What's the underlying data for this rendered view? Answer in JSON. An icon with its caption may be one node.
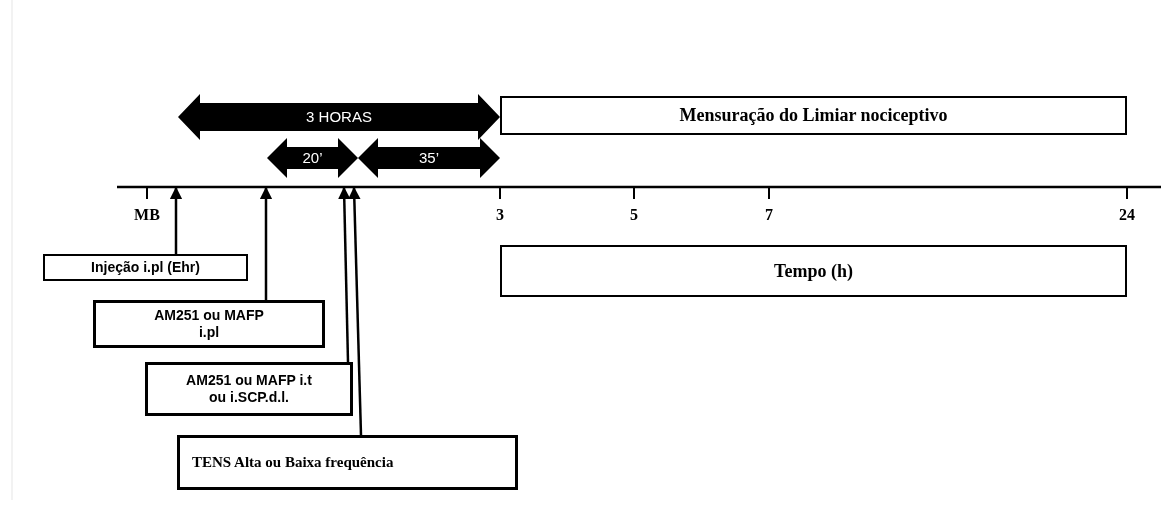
{
  "diagram": {
    "nodes": [
      {
        "text": [
          "Mensuração do Limiar nociceptivo"
        ]
      },
      {
        "text": [
          "Tempo (h)"
        ]
      },
      {
        "text": [
          "Injeção i.pl (Ehr)"
        ]
      },
      {
        "text": [
          "AM251 ou MAFP i.pl"
        ]
      },
      {
        "text": [
          "AM251 ou MAFP i.t ou i.SCP.d.l."
        ]
      },
      {
        "text": [
          "TENS Alta ou Baixa frequência"
        ]
      },
      {
        "text": [],
        "shape": "line"
      }
    ],
    "edges": [
      {
        "from": 2,
        "to": 6,
        "arrow": "to"
      },
      {
        "from": 3,
        "to": 6,
        "arrow": "to"
      },
      {
        "from": 4,
        "to": 6,
        "arrow": "to"
      },
      {
        "from": 5,
        "to": 6,
        "arrow": "to"
      }
    ],
    "labels": [
      "3 HORAS",
      "20’",
      "35’",
      "MB",
      "3",
      "5",
      "7",
      "24"
    ]
  }
}
